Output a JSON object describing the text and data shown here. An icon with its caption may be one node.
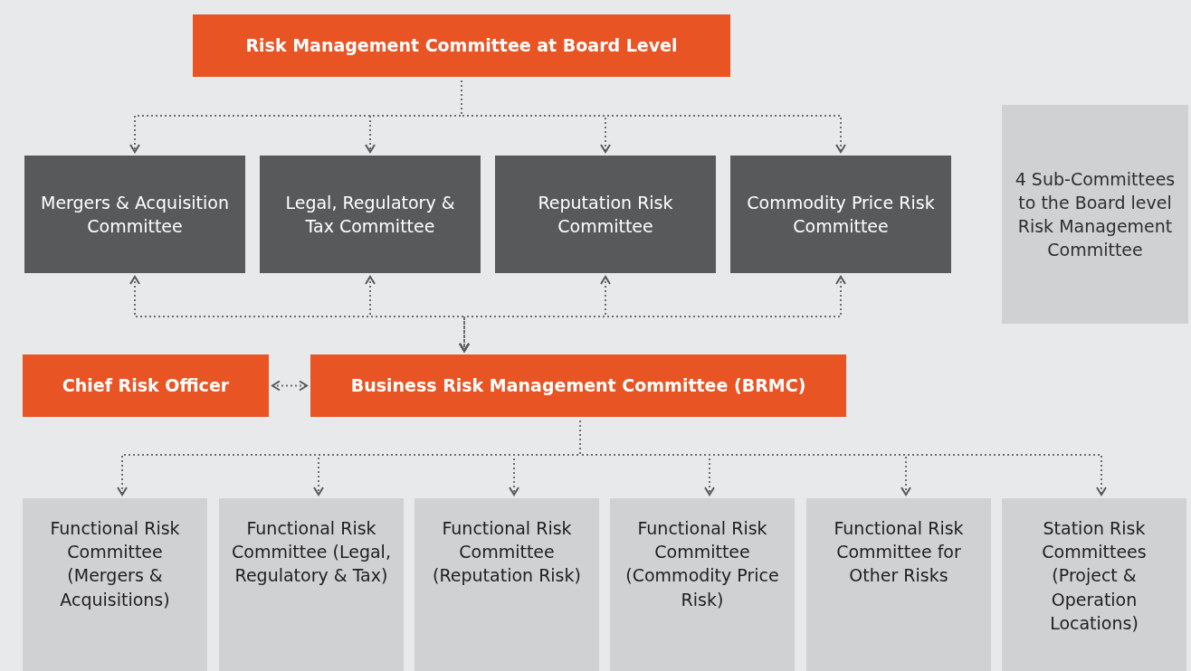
{
  "diagram": {
    "nodes": [
      {
        "text": [
          "Risk Management Committee at Board Level"
        ]
      },
      {
        "text": [
          "Mergers & Acquisition Committee"
        ]
      },
      {
        "text": [
          "Legal, Regulatory & Tax Committee"
        ]
      },
      {
        "text": [
          "Reputation Risk Committee"
        ]
      },
      {
        "text": [
          "Commodity Price Risk Committee"
        ]
      },
      {
        "text": [
          "4 Sub-Committees to the Board level Risk Management Committee"
        ]
      },
      {
        "text": [
          "Chief Risk Officer"
        ]
      },
      {
        "text": [
          "Business Risk Management Committee (BRMC)"
        ]
      },
      {
        "text": [
          "Functional Risk Committee (Mergers & Acquisitions)"
        ]
      },
      {
        "text": [
          "Functional Risk Committee (Legal, Regulatory & Tax)"
        ]
      },
      {
        "text": [
          "Functional Risk Committee (Reputation Risk)"
        ]
      },
      {
        "text": [
          "Functional Risk Committee (Commodity Price Risk)"
        ]
      },
      {
        "text": [
          "Functional Risk Committee for Other Risks"
        ]
      },
      {
        "text": [
          "Station Risk Committees (Project & Operation Locations)"
        ]
      }
    ],
    "edges": [
      {
        "from": 0,
        "to": 1,
        "arrow": "to"
      },
      {
        "from": 0,
        "to": 2,
        "arrow": "to"
      },
      {
        "from": 0,
        "to": 3,
        "arrow": "to"
      },
      {
        "from": 0,
        "to": 4,
        "arrow": "to"
      },
      {
        "from": 1,
        "to": 7,
        "arrow": "both"
      },
      {
        "from": 2,
        "to": 7,
        "arrow": "both"
      },
      {
        "from": 3,
        "to": 7,
        "arrow": "both"
      },
      {
        "from": 4,
        "to": 7,
        "arrow": "both"
      },
      {
        "from": 6,
        "to": 7,
        "arrow": "both"
      },
      {
        "from": 7,
        "to": 8,
        "arrow": "to"
      },
      {
        "from": 7,
        "to": 9,
        "arrow": "to"
      },
      {
        "from": 7,
        "to": 10,
        "arrow": "to"
      },
      {
        "from": 7,
        "to": 11,
        "arrow": "to"
      },
      {
        "from": 7,
        "to": 12,
        "arrow": "to"
      },
      {
        "from": 7,
        "to": 13,
        "arrow": "to"
      }
    ]
  }
}
